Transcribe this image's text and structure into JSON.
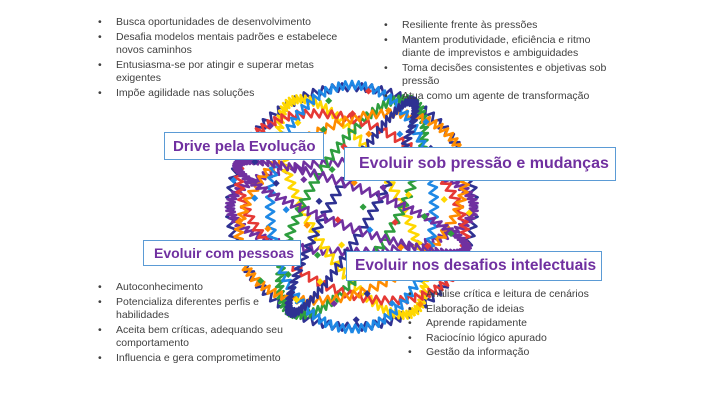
{
  "quadrants": {
    "drive": {
      "title": "Drive pela Evolução",
      "items": [
        "Busca oportunidades de desenvolvimento",
        "Desafia modelos mentais padrões e estabelece novos caminhos",
        "Entusiasma-se por atingir e superar metas exigentes",
        "Impõe agilidade nas soluções"
      ]
    },
    "pressure": {
      "title": "Evoluir sob pressão e mudanças",
      "items": [
        "Resiliente frente às pressões",
        "Mantem produtividade, eficiência e ritmo diante de imprevistos e ambiguidades",
        "Toma decisões consistentes e objetivas sob pressão",
        "Atua como um agente de transformação"
      ]
    },
    "people": {
      "title": "Evoluir com pessoas",
      "items": [
        "Autoconhecimento",
        "Potencializa diferentes perfis e habilidades",
        "Aceita bem críticas, adequando seu comportamento",
        "Influencia e gera comprometimento"
      ]
    },
    "intellectual": {
      "title": "Evoluir nos desafios intelectuais",
      "items": [
        "Análise crítica e leitura de cenários",
        "Elaboração de ideias",
        "Aprende rapidamente",
        "Raciocínio lógico apurado",
        "Gestão da informação"
      ]
    }
  },
  "colors": {
    "title_text": "#7030a0",
    "box_border": "#5b9bd5",
    "bullet_text": "#3f3f3f",
    "sphere_rings": [
      "#2e3192",
      "#7030a0",
      "#ffd700",
      "#2e9e3e",
      "#e53935",
      "#ff8c00",
      "#1e88e5"
    ]
  }
}
